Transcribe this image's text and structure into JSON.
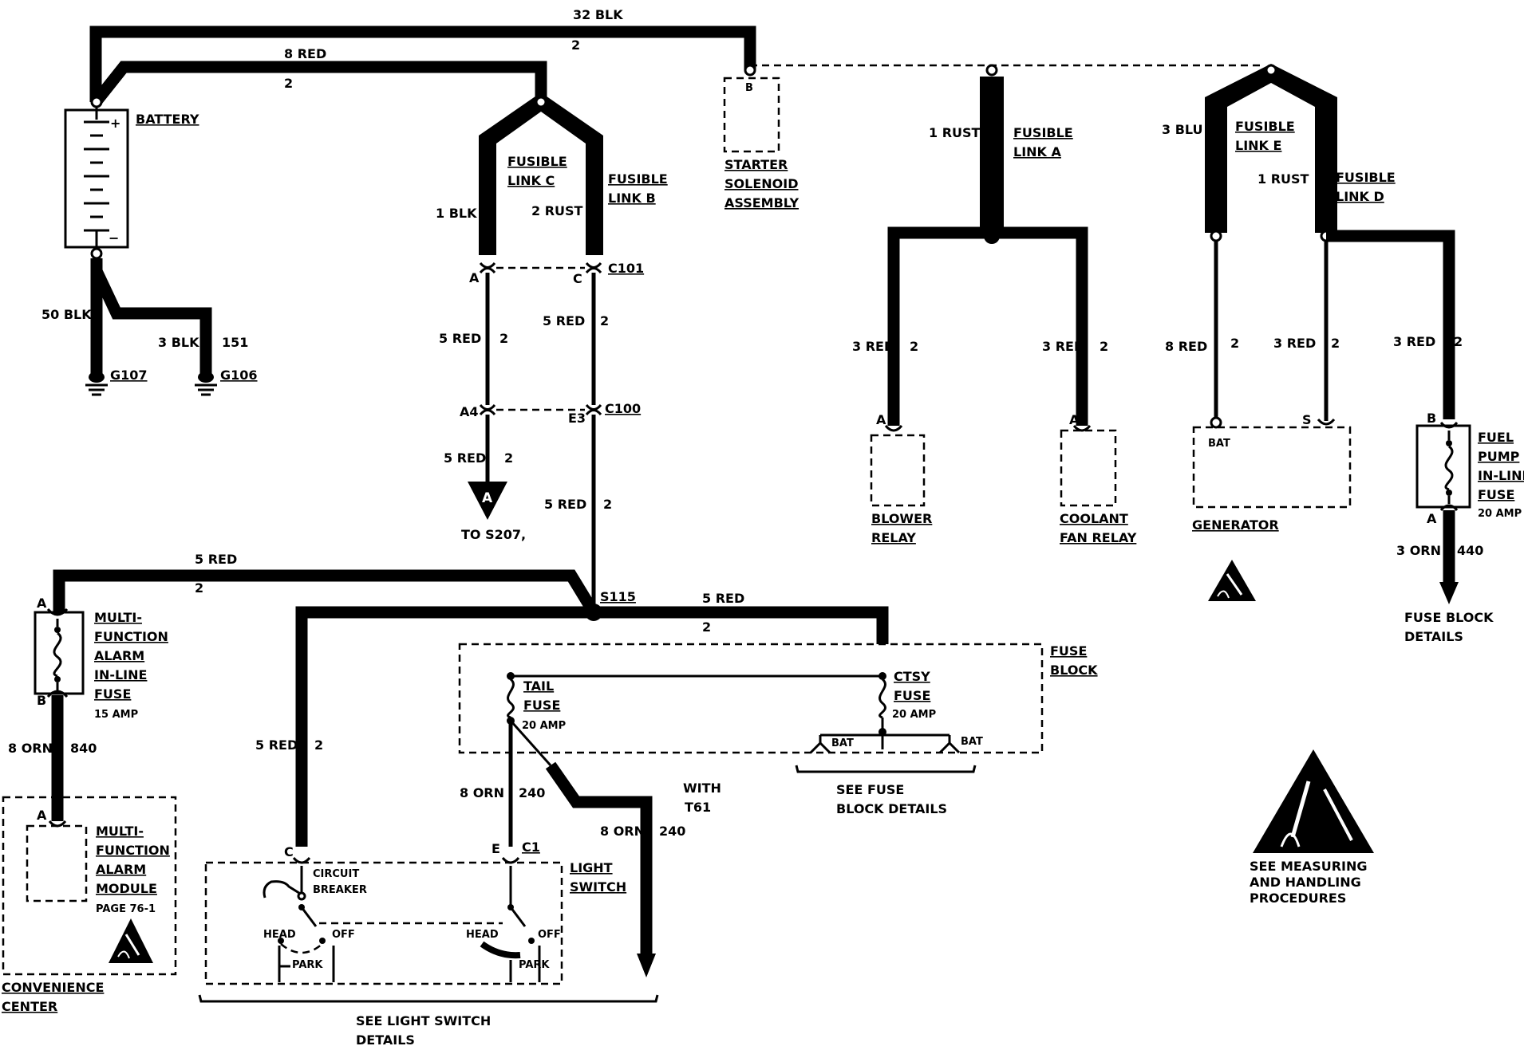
{
  "wires": {
    "w32blk": "32 BLK",
    "w32blk_c": "2",
    "w8red": "8 RED",
    "w8red_c": "2",
    "w50blk": "50 BLK",
    "w3blk": "3 BLK",
    "w3blk_c": "151",
    "w1blk": "1 BLK",
    "w2rust": "2 RUST",
    "w1rust_a": "1 RUST",
    "w3blu": "3 BLU",
    "w1rust_d": "1 RUST",
    "w5red_a": "5 RED",
    "w5red_a_c": "2",
    "w5red_b": "5 RED",
    "w5red_b_c": "2",
    "w5red_c": "5 RED",
    "w5red_c_c": "2",
    "w5red_d": "5 RED",
    "w5red_d_c": "2",
    "w5red_left": "5 RED",
    "w5red_left_c": "2",
    "w5red_right": "5 RED",
    "w5red_right_c": "2",
    "w5red_ls": "5 RED",
    "w5red_ls_c": "2",
    "w3red_blower": "3 RED",
    "w3red_blower_c": "2",
    "w3red_coolant": "3 RED",
    "w3red_coolant_c": "2",
    "w8red_gen": "8 RED",
    "w8red_gen_c": "2",
    "w3red_gen": "3 RED",
    "w3red_gen_c": "2",
    "w3red_fuel": "3 RED",
    "w3red_fuel_c": "2",
    "w3orn": "3 ORN",
    "w3orn_c": "440",
    "w8orn_alarm": "8 ORN",
    "w8orn_alarm_c": "840",
    "w8orn_ls": "8 ORN",
    "w8orn_ls_c": "240",
    "w8orn_t61": "8 ORN",
    "w8orn_t61_c": "240"
  },
  "components": {
    "battery": "BATTERY",
    "fusible_c": [
      "FUSIBLE",
      "LINK C"
    ],
    "fusible_b": [
      "FUSIBLE",
      "LINK B"
    ],
    "fusible_a": [
      "FUSIBLE",
      "LINK A"
    ],
    "fusible_e": [
      "FUSIBLE",
      "LINK E"
    ],
    "fusible_d": [
      "FUSIBLE",
      "LINK D"
    ],
    "starter": [
      "STARTER",
      "SOLENOID",
      "ASSEMBLY"
    ],
    "blower": [
      "BLOWER",
      "RELAY"
    ],
    "coolant": [
      "COOLANT",
      "FAN RELAY"
    ],
    "generator": "GENERATOR",
    "fuel_fuse": [
      "FUEL",
      "PUMP",
      "IN-LINE",
      "FUSE"
    ],
    "fuel_amp": "20 AMP",
    "alarm_fuse": [
      "MULTI-",
      "FUNCTION",
      "ALARM",
      "IN-LINE",
      "FUSE"
    ],
    "alarm_amp": "15 AMP",
    "alarm_module": [
      "MULTI-",
      "FUNCTION",
      "ALARM",
      "MODULE"
    ],
    "alarm_page": "PAGE 76-1",
    "convenience": [
      "CONVENIENCE",
      "CENTER"
    ],
    "fuse_block": [
      "FUSE",
      "BLOCK"
    ],
    "tail_fuse": [
      "TAIL",
      "FUSE"
    ],
    "tail_amp": "20 AMP",
    "ctsy_fuse": [
      "CTSY",
      "FUSE"
    ],
    "ctsy_amp": "20 AMP",
    "bat": "BAT",
    "light_switch": [
      "LIGHT",
      "SWITCH"
    ],
    "circuit_breaker": [
      "CIRCUIT",
      "BREAKER"
    ],
    "head": "HEAD",
    "off": "OFF",
    "park": "PARK"
  },
  "connectors": {
    "c101": "C101",
    "c100": "C100",
    "c1": "C1",
    "s115": "S115",
    "g107": "G107",
    "g106": "G106",
    "pin_a": "A",
    "pin_b": "B",
    "pin_c": "C",
    "pin_e": "E",
    "pin_s": "S",
    "pin_a4": "A4",
    "pin_e3": "E3",
    "pin_bat": "BAT"
  },
  "notes": {
    "to_s207": "TO S207,",
    "offpage_a": "A",
    "with_t61": [
      "WITH",
      "T61"
    ],
    "see_fuse_block": [
      "SEE FUSE",
      "BLOCK DETAILS"
    ],
    "fuse_block_details": [
      "FUSE BLOCK",
      "DETAILS"
    ],
    "see_light_switch": [
      "SEE LIGHT SWITCH",
      "DETAILS"
    ],
    "esd": [
      "SEE MEASURING",
      "AND HANDLING",
      "PROCEDURES"
    ]
  }
}
